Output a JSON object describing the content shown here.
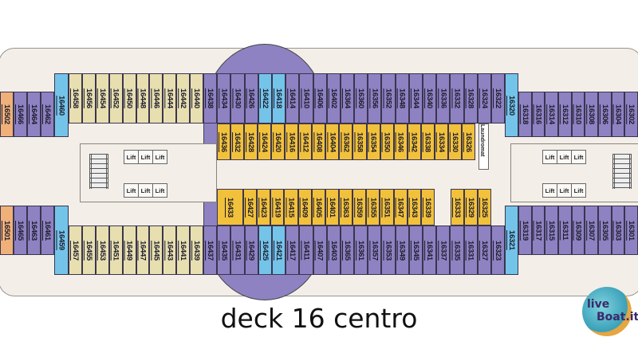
{
  "title": "deck 16 centro",
  "logo": {
    "line1": "live",
    "line2": "Boat.it"
  },
  "laundromat": "Laundromat",
  "lift_label": "Lift",
  "colors": {
    "suite_orange": "#f0b07a",
    "inside_purple": "#8e82c2",
    "accessible_blue": "#74c4ea",
    "beige": "#e8dfb0",
    "inner_yellow": "#f2c13c"
  },
  "accessible": [
    "16460",
    "16422",
    "16418",
    "16320",
    "16459",
    "16425",
    "16421",
    "16321"
  ],
  "groups": {
    "top_left_orange": {
      "color": "#f0b07a",
      "cabins": [
        "16502"
      ]
    },
    "top_left_purple": {
      "color": "#8e82c2",
      "cabins": [
        "16466",
        "16464",
        "16462"
      ]
    },
    "top_left_blue": {
      "color": "#74c4ea",
      "cabins": [
        "16460"
      ]
    },
    "top_beige": {
      "color": "#e8dfb0",
      "cabins": [
        "16458",
        "16456",
        "16454",
        "16452",
        "16450",
        "16448",
        "16446",
        "16444",
        "16442",
        "16440"
      ]
    },
    "top_main": {
      "color": "#8e82c2",
      "cabins": [
        "16438",
        "16434",
        "16430",
        "16426",
        "16422",
        "16418",
        "16414",
        "16410",
        "16406",
        "16402",
        "16364",
        "16360",
        "16356",
        "16352",
        "16348",
        "16344",
        "16340",
        "16336",
        "16332",
        "16328",
        "16324",
        "16322"
      ]
    },
    "top_right_blue": {
      "color": "#74c4ea",
      "cabins": [
        "16320"
      ]
    },
    "top_right": {
      "color": "#8e82c2",
      "cabins": [
        "16318",
        "16316",
        "16314",
        "16312",
        "16310",
        "16308",
        "16306",
        "16304",
        "16302"
      ]
    },
    "inner_top": {
      "color": "#f2c13c",
      "cabins": [
        "16436",
        "16432",
        "16428",
        "16424",
        "16420",
        "16416",
        "16412",
        "16408",
        "16404",
        "16362",
        "16358",
        "16354",
        "16350",
        "16346",
        "16342",
        "16338",
        "16334",
        "16330",
        "16326"
      ]
    },
    "inner_bottom_a": {
      "color": "#f2c13c",
      "cabins": [
        "16433"
      ]
    },
    "inner_bottom_b": {
      "color": "#f2c13c",
      "cabins": [
        "16427",
        "16423",
        "16419",
        "16415",
        "16409",
        "16405",
        "16401",
        "16363",
        "16359",
        "16355",
        "16351",
        "16347",
        "16343",
        "16339"
      ]
    },
    "inner_bottom_c": {
      "color": "#f2c13c",
      "cabins": [
        "16333",
        "16329",
        "16325"
      ]
    },
    "bottom_left_orange": {
      "color": "#f0b07a",
      "cabins": [
        "16501"
      ]
    },
    "bottom_left_purple": {
      "color": "#8e82c2",
      "cabins": [
        "16465",
        "16463",
        "16461"
      ]
    },
    "bottom_left_blue": {
      "color": "#74c4ea",
      "cabins": [
        "16459"
      ]
    },
    "bottom_beige": {
      "color": "#e8dfb0",
      "cabins": [
        "16457",
        "16455",
        "16453",
        "16451",
        "16449",
        "16447",
        "16445",
        "16443",
        "16441",
        "16439"
      ]
    },
    "bottom_main": {
      "color": "#8e82c2",
      "cabins": [
        "16437",
        "16435",
        "16431",
        "16429",
        "16425",
        "16421",
        "16417",
        "16411",
        "16407",
        "16403",
        "16365",
        "16361",
        "16357",
        "16353",
        "16349",
        "16345",
        "16341",
        "16337",
        "16335",
        "16331",
        "16327",
        "16323"
      ]
    },
    "bottom_right_blue": {
      "color": "#74c4ea",
      "cabins": [
        "16321"
      ]
    },
    "bottom_right": {
      "color": "#8e82c2",
      "cabins": [
        "16319",
        "16317",
        "16315",
        "16311",
        "16309",
        "16307",
        "16305",
        "16303",
        "16301"
      ]
    }
  }
}
